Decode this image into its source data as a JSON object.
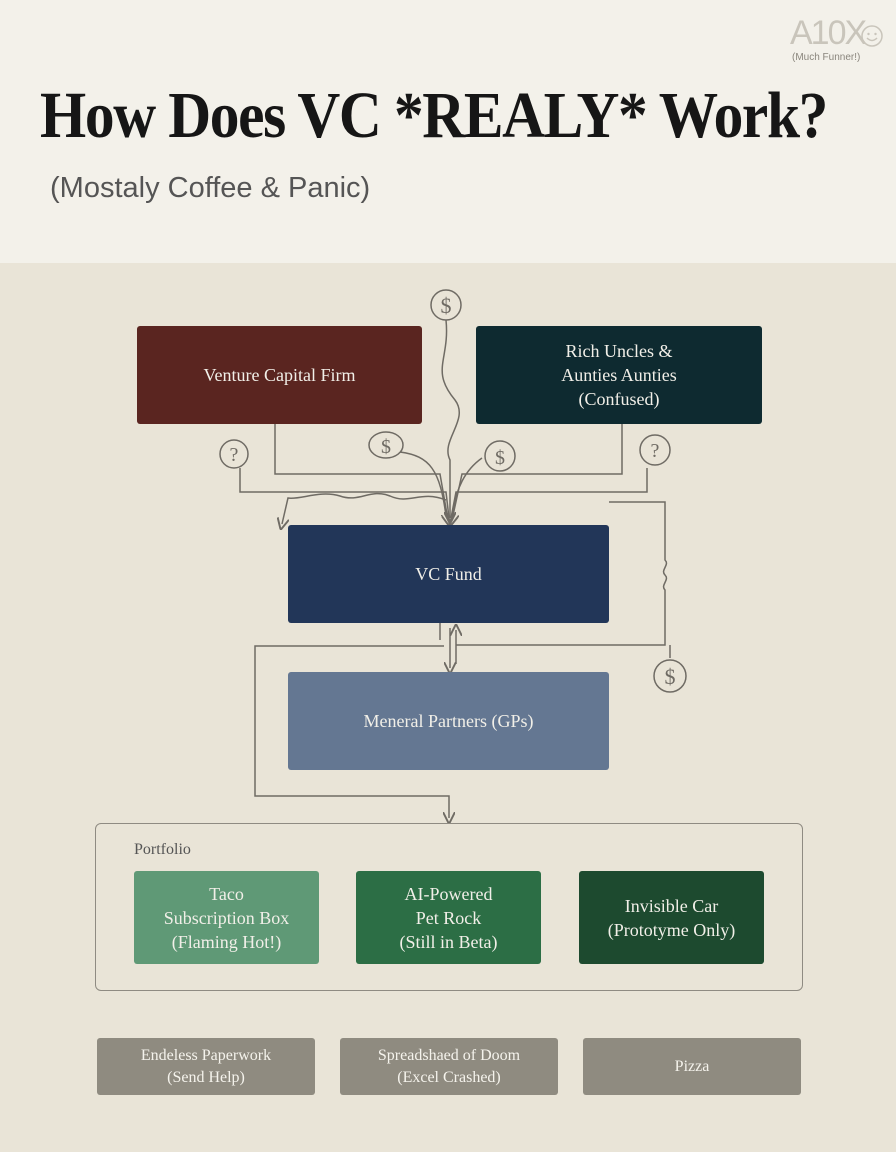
{
  "header": {
    "title": "How Does VC *REALY* Work?",
    "subtitle": "(Mostaly Coffee & Panic)"
  },
  "logo": {
    "text": "A10X",
    "tagline": "(Much Funner!)"
  },
  "diagram": {
    "nodes": {
      "vc_firm": "Venture Capital Firm",
      "rich_relatives": "Rich Uncles &\nAunties Aunties\n(Confused)",
      "vc_fund": "VC Fund",
      "general_partners": "Meneral Partners (GPs)"
    },
    "portfolio": {
      "label": "Portfolio",
      "items": [
        "Taco\nSubscription Box\n(Flaming Hot!)",
        "AI-Powered\nPet Rock\n(Still in Beta)",
        "Invisible Car\n(Prototyme Only)"
      ]
    },
    "footer": [
      "Endeless Paperwork\n(Send Help)",
      "Spreadshaed of Doom\n(Excel Crashed)",
      "Pizza"
    ],
    "symbols": {
      "dollar": "$",
      "question": "?"
    }
  },
  "colors": {
    "vc_firm": "#5a2520",
    "rich_relatives": "#0e2a30",
    "vc_fund": "#223658",
    "general_partners": "#647792",
    "taco": "#5f9976",
    "pet_rock": "#2c6e45",
    "invisible_car": "#1d4a2f",
    "footer": "#8f8b80",
    "background": "#e9e4d7"
  }
}
